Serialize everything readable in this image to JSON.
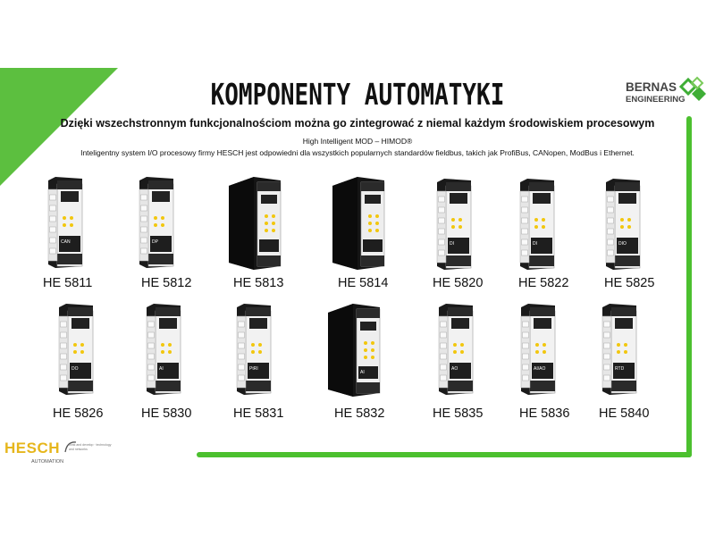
{
  "title": "KOMPONENTY AUTOMATYKI",
  "subtitle": "Dzięki wszechstronnym funkcjonalnościom można go zintegrować z niemal każdym środowiskiem procesowym",
  "product_line": "High Intelligent MOD – HIMOD®",
  "description": "Inteligentny system I/O procesowy firmy HESCH jest odpowiedni dla wszystkich popularnych standardów fieldbus, takich jak ProfiBus, CANopen, ModBus i Ethernet.",
  "logo_bernas": {
    "line1": "BERNAS",
    "line2": "ENGINEERING"
  },
  "logo_hesch": {
    "brand": "HESCH",
    "sub": "AUTOMATION",
    "tagline": "think and develop · technology and networks"
  },
  "modules": [
    {
      "label": "HE 5811",
      "style": "narrow",
      "panel": "CAN"
    },
    {
      "label": "HE 5812",
      "style": "narrow",
      "panel": "DP"
    },
    {
      "label": "HE 5813",
      "style": "wide",
      "panel": ""
    },
    {
      "label": "HE 5814",
      "style": "wide",
      "panel": ""
    },
    {
      "label": "HE 5820",
      "style": "narrow",
      "panel": "DI"
    },
    {
      "label": "HE 5822",
      "style": "narrow",
      "panel": "DI"
    },
    {
      "label": "HE 5825",
      "style": "narrow",
      "panel": "DIO"
    },
    {
      "label": "HE 5826",
      "style": "narrow",
      "panel": "DO"
    },
    {
      "label": "HE 5830",
      "style": "narrow",
      "panel": "AI"
    },
    {
      "label": "HE 5831",
      "style": "narrow",
      "panel": "PtRI"
    },
    {
      "label": "HE 5832",
      "style": "wide",
      "panel": "AI"
    },
    {
      "label": "HE 5835",
      "style": "narrow",
      "panel": "AO"
    },
    {
      "label": "HE 5836",
      "style": "narrow",
      "panel": "AI/AO"
    },
    {
      "label": "HE 5840",
      "style": "narrow",
      "panel": "RTD"
    }
  ],
  "colors": {
    "accent_green": "#4cc02f",
    "hesch_yellow": "#e6b61c"
  }
}
